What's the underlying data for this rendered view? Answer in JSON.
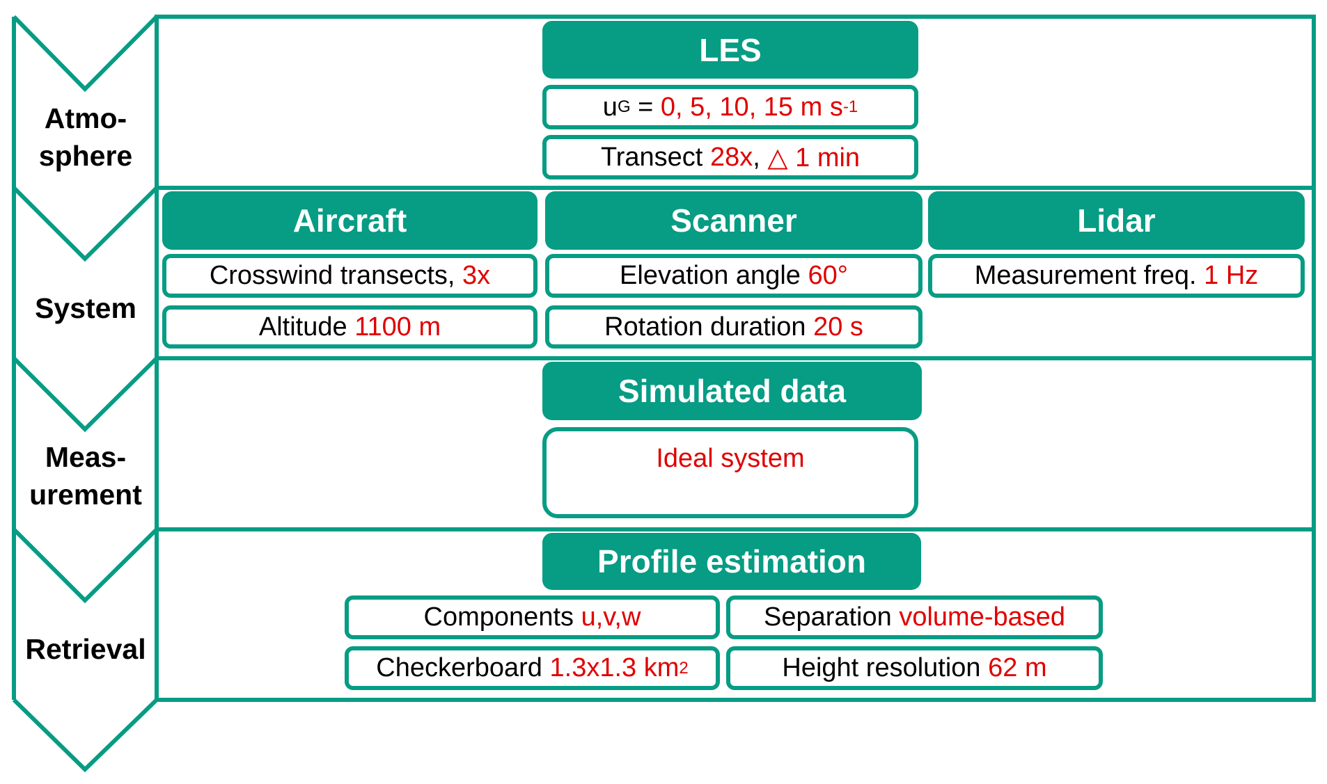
{
  "colors": {
    "teal": "#079c84",
    "red": "#e00000"
  },
  "stages": [
    "Atmo-\nsphere",
    "System",
    "Meas-\nurement",
    "Retrieval"
  ],
  "stage_lines": {
    "atmosphere": [
      "Atmo-",
      "sphere"
    ],
    "system": [
      "System"
    ],
    "measurement": [
      "Meas-",
      "urement"
    ],
    "retrieval": [
      "Retrieval"
    ]
  },
  "atmosphere": {
    "header": "LES",
    "ug": {
      "symbol": "u",
      "sub": "G",
      "eq": " = ",
      "value": "0, 5, 10, 15 m s",
      "sup": "-1"
    },
    "transect": {
      "label": "Transect ",
      "value1": "28x",
      "sep": ", ",
      "value2": "△ 1 min"
    }
  },
  "system": {
    "aircraft": {
      "header": "Aircraft",
      "rows": [
        {
          "label": "Crosswind transects, ",
          "value": "3x"
        },
        {
          "label": "Altitude ",
          "value": "1100 m"
        }
      ]
    },
    "scanner": {
      "header": "Scanner",
      "rows": [
        {
          "label": "Elevation angle ",
          "value": "60°"
        },
        {
          "label": "Rotation duration ",
          "value": "20 s"
        }
      ]
    },
    "lidar": {
      "header": "Lidar",
      "rows": [
        {
          "label": "Measurement freq. ",
          "value": "1 Hz"
        }
      ]
    }
  },
  "measurement": {
    "header": "Simulated data",
    "value": "Ideal system"
  },
  "retrieval": {
    "header": "Profile estimation",
    "components": {
      "label": "Components ",
      "value": "u,v,w"
    },
    "separation": {
      "label": "Separation ",
      "value": "volume-based"
    },
    "checkerboard": {
      "label": "Checkerboard ",
      "value": "1.3x1.3 km",
      "sup": "2"
    },
    "height": {
      "label": "Height resolution ",
      "value": "62 m"
    }
  }
}
